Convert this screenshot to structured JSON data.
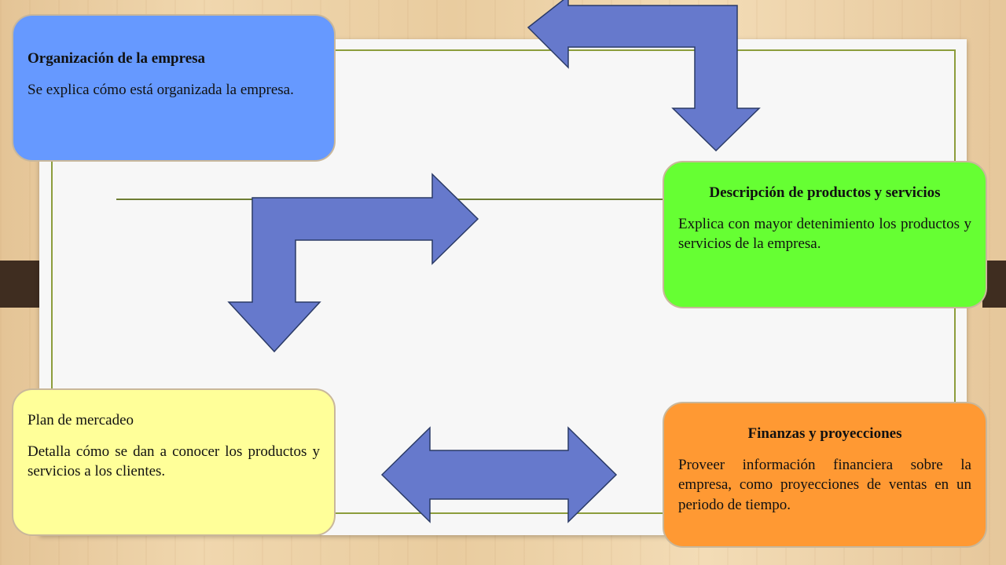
{
  "boxes": {
    "org": {
      "title": "Organización de la empresa",
      "text": "Se explica cómo está organizada la empresa.",
      "color": "#6699ff"
    },
    "desc": {
      "title": "Descripción de productos y servicios",
      "text": "Explica con mayor detenimiento los productos y servicios de la empresa.",
      "color": "#66ff33"
    },
    "plan": {
      "title": "Plan de mercadeo",
      "text": "Detalla cómo se dan a conocer los productos y servicios a los clientes.",
      "color": "#ffff99"
    },
    "fin": {
      "title": "Finanzas y proyecciones",
      "text": "Proveer información financiera sobre la empresa, como proyecciones de ventas en un periodo de tiempo.",
      "color": "#ff9933"
    }
  },
  "colors": {
    "arrow_fill": "#6679cc",
    "arrow_stroke": "#2a3a66",
    "frame": "#8c9d3c"
  },
  "arrows": [
    {
      "name": "arrow-top-bent",
      "direction": "left-then-down"
    },
    {
      "name": "arrow-middle-bent",
      "direction": "right-and-down"
    },
    {
      "name": "arrow-bottom-double",
      "direction": "left-right"
    }
  ]
}
